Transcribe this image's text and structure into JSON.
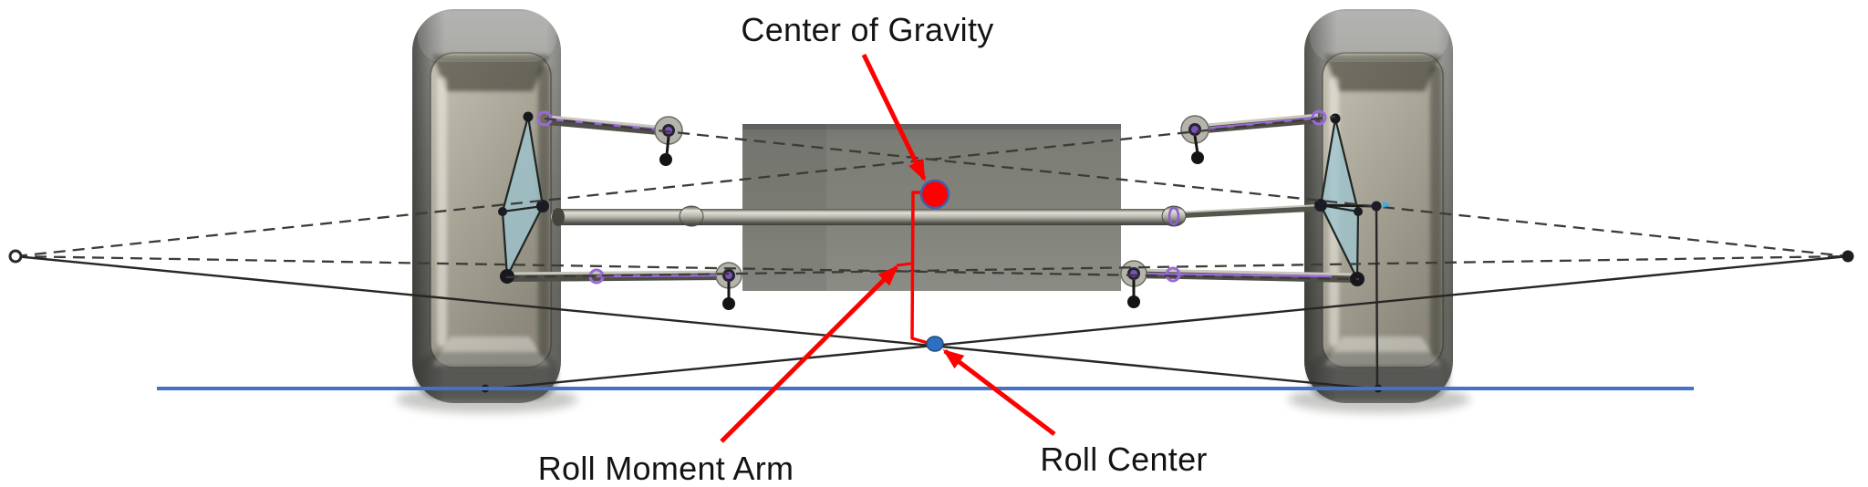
{
  "annotations": {
    "center_of_gravity": {
      "label": "Center of Gravity",
      "marker": "red-filled-circle"
    },
    "roll_moment_arm": {
      "label": "Roll Moment Arm",
      "marker": "red-vertical-line"
    },
    "roll_center": {
      "label": "Roll Center",
      "marker": "blue-filled-circle"
    }
  },
  "colors": {
    "annotation_red": "#FF0000",
    "ground_line": "#4472C4",
    "cg_dot_fill": "#FF0000",
    "cg_dot_ring": "#3F5FAE",
    "roll_center_dot_fill": "#2F6FC1",
    "roll_center_dot_ring": "#1F4E79",
    "construction_dashed": "#3B3B38",
    "construction_solid": "#262624",
    "upright_fill": "#9EC4CE",
    "link_purple": "#9B6AD9"
  }
}
